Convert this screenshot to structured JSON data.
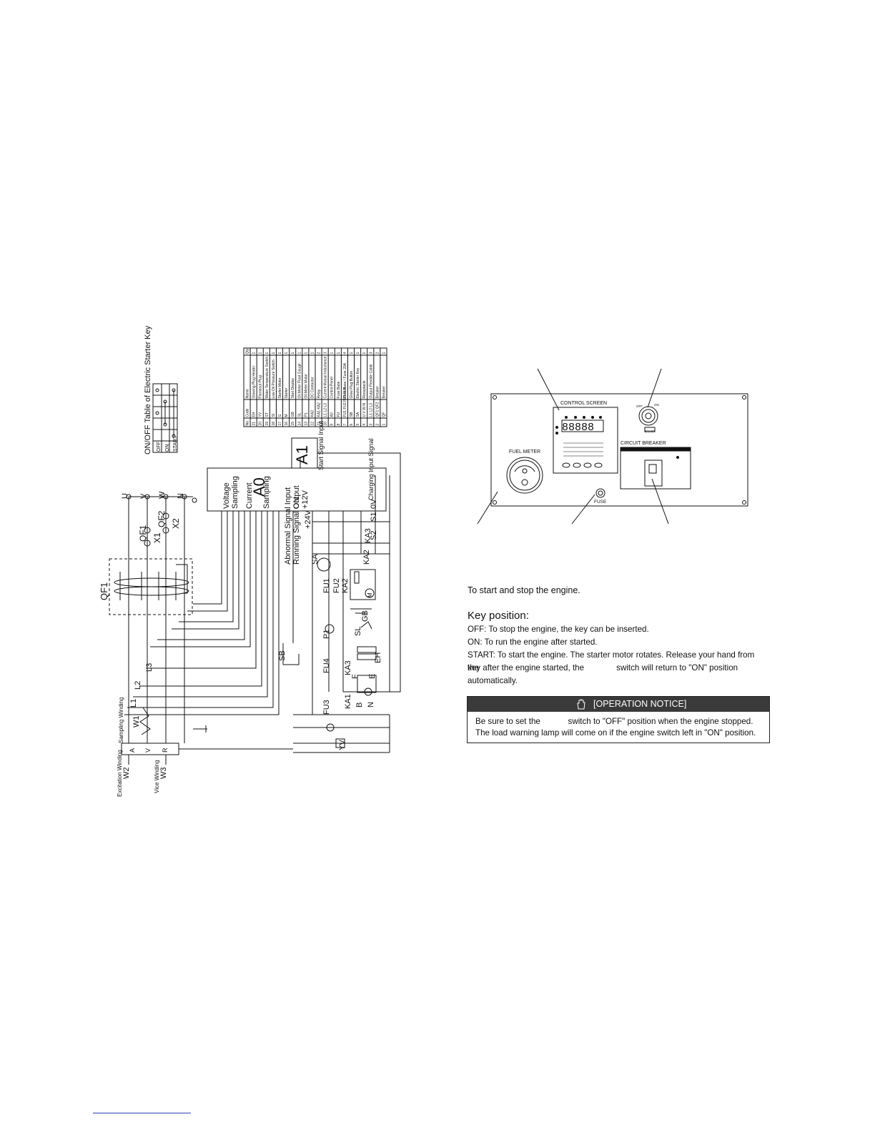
{
  "wiring": {
    "starter_table": {
      "title": "ON/OFF Table of Electric Starter Key",
      "positions": [
        "OFF",
        "ON",
        "START"
      ]
    },
    "parts_table": {
      "header": [
        "No.",
        "Code",
        "Name",
        "Qty"
      ],
      "rows": [
        [
          "1",
          "QF",
          "Breaker",
          "1"
        ],
        [
          "2",
          "QF1 QF2",
          "Breaker",
          "2"
        ],
        [
          "3",
          "L1 L2 L3",
          "Output Flexible Cable",
          "3"
        ],
        [
          "4",
          "U V W N",
          "Receptacle",
          "1"
        ],
        [
          "5",
          "SA",
          "Electric Starter Key",
          "1"
        ],
        [
          "6",
          "SB",
          "Glow Plug Button",
          "1"
        ],
        [
          "7",
          "FU1 FU2 FU3 FU4",
          "Fuse Base / Fuse 20A",
          "4"
        ],
        [
          "8",
          "FU",
          "Fuse Base",
          "1"
        ],
        [
          "9",
          "A0",
          "Control Panel",
          "1"
        ],
        [
          "10",
          "L1 L2 L3",
          "Current Mutual Inductance",
          "3"
        ],
        [
          "11",
          "KA1 KA2",
          "Relay",
          "2"
        ],
        [
          "12",
          "KA3",
          "DC Contactor",
          "1"
        ],
        [
          "13",
          "P1",
          "Oil Meter Motor",
          "1"
        ],
        [
          "14",
          "SL",
          "Oil Meter Float Gauge",
          "1"
        ],
        [
          "15",
          "GB",
          "Start Display",
          "1"
        ],
        [
          "16",
          "M",
          "Starter",
          "1"
        ],
        [
          "17",
          "G",
          "Starter Motor",
          "1"
        ],
        [
          "18",
          "SI",
          "Low Oil Pressure Switch",
          "1"
        ],
        [
          "19",
          "ST",
          "Water Temperature Switch",
          "1"
        ],
        [
          "20",
          "YV",
          "Flameout Plug",
          "1"
        ],
        [
          "21",
          "EH",
          "Glowing Plug Heater",
          "1"
        ]
      ]
    },
    "labels": {
      "u": "U",
      "v": "V",
      "w": "W",
      "n": "N",
      "qf1": "QF1",
      "qf1b": "QF1",
      "qf2": "QF2",
      "x1": "X1",
      "x2": "X2",
      "voltage": "Voltage",
      "sampling": "Sampling",
      "current": "Current",
      "sampling2": "Sampling",
      "a0": "A0",
      "a1": "A1",
      "start_signal": "Start Signal Input",
      "abnormal": "Abnormal Signal Input",
      "running": "Running Signal Output",
      "on": "ON",
      "p12v": "+12V",
      "p24v": "+24V",
      "zero_v": "0V",
      "charging": "Charging Input Signal",
      "s1": "S1",
      "s2": "S2",
      "ka2": "KA2",
      "ka3": "KA3",
      "ka3b": "KA3",
      "ka2b": "KA2",
      "ka1": "KA1",
      "sa": "SA",
      "fu1": "FU1",
      "fu2": "FU2",
      "fu3": "FU3",
      "fu4": "FU4",
      "gb": "GB",
      "sl": "SL",
      "p1": "P1",
      "eh": "EH",
      "m": "M",
      "b": "B",
      "e": "E",
      "n2": "N",
      "f": "F",
      "sb": "SB",
      "yv": "YV",
      "l1": "L1",
      "l2": "L2",
      "l3": "L3",
      "w1": "W1",
      "w2": "W2",
      "w3": "W3",
      "sampling_winding": "Sampling Winding",
      "excitation_winding": "Excitation Winding",
      "vice_winding": "Vice Winding",
      "a": "A",
      "vv": "V",
      "r": "R"
    }
  },
  "panel": {
    "control_screen": "CONTROL SCREEN",
    "fuel_meter": "FUEL METER",
    "circuit_breaker": "CIRCUIT BREAKER",
    "fuse": "FUSE",
    "display_digits": "88888",
    "key_labels": {
      "off": "OFF",
      "on": "ON",
      "start": "START"
    }
  },
  "text": {
    "intro": "To start and stop the engine.",
    "key_heading": "Key position:",
    "lines": [
      "OFF: To stop the engine, the key can be inserted.",
      "ON: To run the engine after started.",
      "START: To start the engine. The starter motor rotates. Release your hand from the",
      "key after the engine started, the              switch will return to \"ON\" position",
      "automatically."
    ],
    "notice_title": "[OPERATION NOTICE]",
    "notice_lines": [
      "Be sure to set the            switch to \"OFF\" position when the engine stopped.",
      "The load warning lamp will come on if the engine switch left in \"ON\" position."
    ]
  }
}
